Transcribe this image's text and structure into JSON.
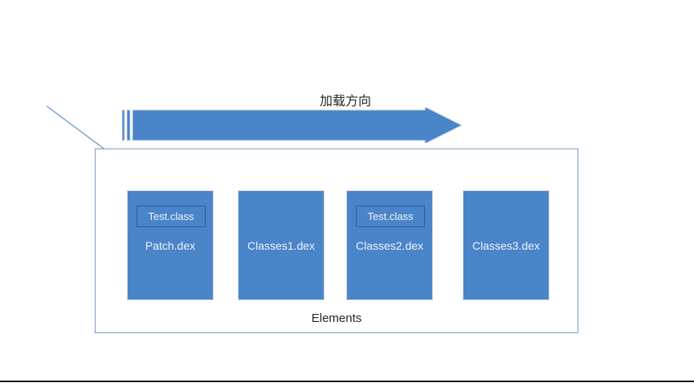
{
  "diagram": {
    "flow_arrow": {
      "label": "加载方向",
      "icon": "right-block-arrow-icon",
      "color": "#4a85c9"
    },
    "pointer_arrow": {
      "icon": "diagonal-arrow-icon",
      "color": "#5b8fcb"
    },
    "container": {
      "label": "Elements",
      "border_color": "#7b9cc0"
    },
    "boxes": [
      {
        "name": "Patch.dex",
        "chip": "Test.class",
        "has_chip": true,
        "fill": "#4a85c9"
      },
      {
        "name": "Classes1.dex",
        "chip": "",
        "has_chip": false,
        "fill": "#4a85c9"
      },
      {
        "name": "Classes2.dex",
        "chip": "Test.class",
        "has_chip": true,
        "fill": "#4a85c9"
      },
      {
        "name": "Classes3.dex",
        "chip": "",
        "has_chip": false,
        "fill": "#4a85c9"
      }
    ]
  }
}
